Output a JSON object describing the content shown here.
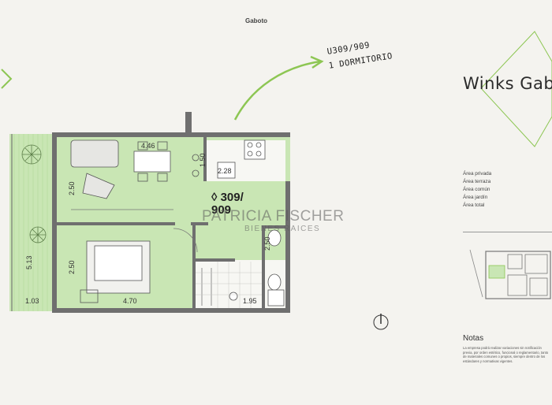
{
  "street": "Gaboto",
  "callout": {
    "line1": "U309/909",
    "line2": "1 DORMITORIO"
  },
  "brand": "Winks Gab",
  "unit_label": {
    "line1": "◊ 309/",
    "line2": "909"
  },
  "watermark": {
    "line1": "PATRICIA FISCHER",
    "line2": "BIENES RAICES"
  },
  "areas": [
    "Área privada",
    "Área terraza",
    "Área común",
    "Área jardín",
    "Área total"
  ],
  "dimensions": {
    "living_top": "4.46",
    "kitchen_h": "1.50",
    "kitchen_w": "2.28",
    "living_h": "2.50",
    "bedroom_h": "2.50",
    "bath_h": "2.50",
    "bedroom_w": "4.70",
    "bath_w": "1.95",
    "terrace_h": "5.13",
    "terrace_w": "1.03"
  },
  "notes": {
    "title": "Notas",
    "body": "La empresa podrá realizar variaciones sin notificación previa, por orden estético, funcional o reglamentario, tanto de materiales comunes o propios, siempre dentro de los estándares y normativas vigentes."
  },
  "colors": {
    "accent": "#8dc653",
    "floor_green": "#c9e6b4",
    "wall": "#6f6f6f"
  }
}
